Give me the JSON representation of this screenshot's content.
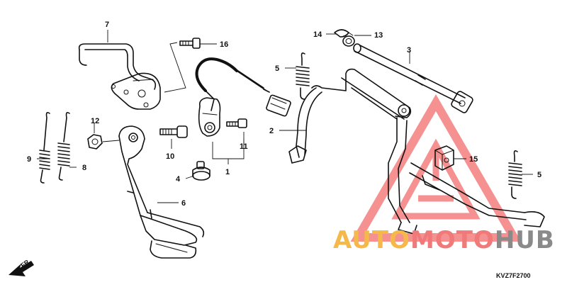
{
  "diagram": {
    "callouts": {
      "c1": "1",
      "c2": "2",
      "c3": "3",
      "c4": "4",
      "c5a": "5",
      "c5b": "5",
      "c6": "6",
      "c7": "7",
      "c8": "8",
      "c9": "9",
      "c10": "10",
      "c11": "11",
      "c12": "12",
      "c13": "13",
      "c14": "14",
      "c15": "15",
      "c16": "16"
    },
    "front_marker": "FR.",
    "diagram_code": "KVZ7F2700"
  },
  "watermark": {
    "word_part_1": "AUTO",
    "word_part_2": "MOTO",
    "word_part_3": "HUB",
    "color_1": "#f5b84a",
    "color_2": "#f07a7a",
    "color_3": "#8a8a8a",
    "triangle_color": "#f26d6d"
  }
}
